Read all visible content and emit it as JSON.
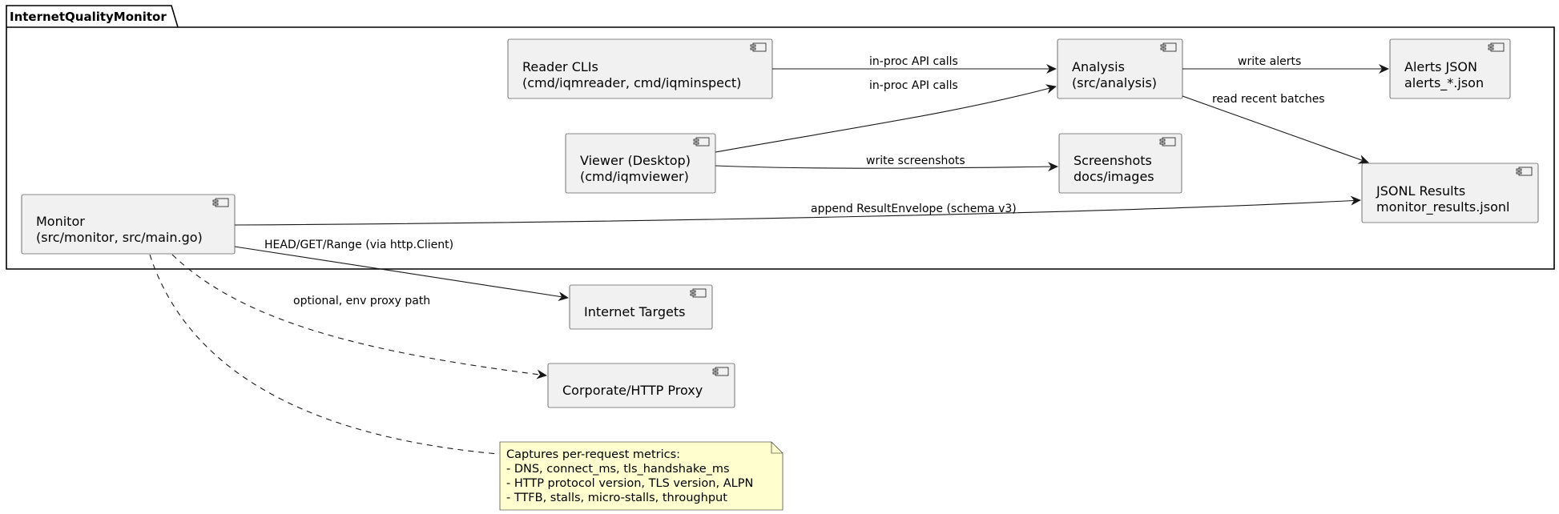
{
  "package": {
    "title": "InternetQualityMonitor"
  },
  "components": {
    "reader": {
      "line1": "Reader CLIs",
      "line2": "(cmd/iqmreader, cmd/iqminspect)"
    },
    "analysis": {
      "line1": "Analysis",
      "line2": "(src/analysis)"
    },
    "alerts": {
      "line1": "Alerts JSON",
      "line2": "alerts_*.json"
    },
    "viewer": {
      "line1": "Viewer (Desktop)",
      "line2": "(cmd/iqmviewer)"
    },
    "screenshots": {
      "line1": "Screenshots",
      "line2": "docs/images"
    },
    "jsonl": {
      "line1": "JSONL Results",
      "line2": "monitor_results.jsonl"
    },
    "monitor": {
      "line1": "Monitor",
      "line2": "(src/monitor, src/main.go)"
    },
    "targets": {
      "line1": "Internet Targets"
    },
    "proxy": {
      "line1": "Corporate/HTTP Proxy"
    }
  },
  "edges": {
    "reader_analysis": "in-proc API calls",
    "viewer_analysis": "in-proc API calls",
    "analysis_alerts": "write alerts",
    "analysis_jsonl": "read recent batches",
    "viewer_screenshots": "write screenshots",
    "monitor_jsonl": "append ResultEnvelope (schema v3)",
    "monitor_targets": "HEAD/GET/Range (via http.Client)",
    "monitor_proxy": "optional, env proxy path"
  },
  "note": {
    "lines": [
      "Captures per-request metrics:",
      "- DNS, connect_ms, tls_handshake_ms",
      "- HTTP protocol version, TLS version, ALPN",
      "- TTFB, stalls, micro-stalls, throughput"
    ]
  },
  "colors": {
    "component_fill": "#f1f1f1",
    "note_fill": "#fefece",
    "stroke": "#181818"
  }
}
